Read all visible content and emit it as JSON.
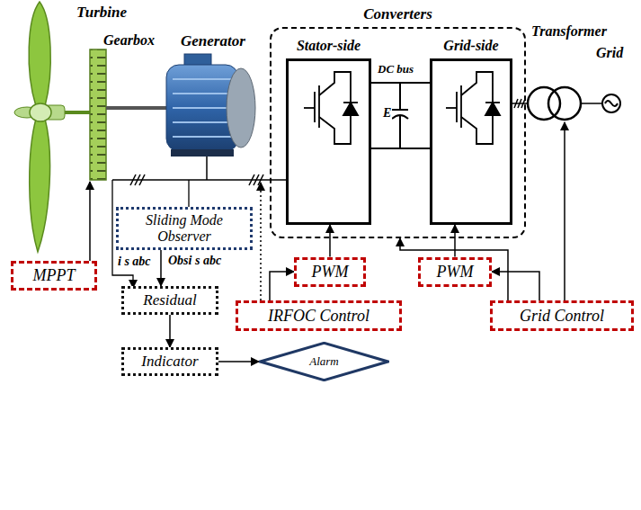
{
  "diagram": {
    "nodes": [
      {
        "text": [
          "Converters"
        ]
      },
      {
        "text": [
          "Stator-side"
        ],
        "in": 0
      },
      {
        "text": [
          "Grid-side"
        ],
        "in": 0
      },
      {
        "text": [
          "Sliding Mode Observer"
        ]
      },
      {
        "text": [
          "MPPT"
        ]
      },
      {
        "text": [
          "PWM"
        ]
      },
      {
        "text": [
          "PWM"
        ]
      },
      {
        "text": [
          "IRFOC Control"
        ]
      },
      {
        "text": [
          "Grid Control"
        ]
      },
      {
        "text": [
          "Residual"
        ]
      },
      {
        "text": [
          "Indicator"
        ]
      },
      {
        "text": [
          "Alarm"
        ]
      }
    ],
    "edges": [
      {
        "from": 3,
        "to": 9,
        "arrow": "to",
        "label": "Obsi s abc"
      },
      {
        "from": 9,
        "to": 10,
        "arrow": "to"
      },
      {
        "from": 10,
        "to": 11,
        "arrow": "to"
      },
      {
        "from": 7,
        "to": 5,
        "arrow": "to"
      },
      {
        "from": 5,
        "to": 1,
        "arrow": "to"
      },
      {
        "from": 8,
        "to": 6,
        "arrow": "to"
      },
      {
        "from": 6,
        "to": 2,
        "arrow": "to"
      },
      {
        "from": 8,
        "to": 0,
        "arrow": "to"
      }
    ],
    "labels": [
      "Turbine",
      "Gearbox",
      "Generator",
      "DC bus",
      "E",
      "Transformer",
      "Grid",
      "i s abc"
    ]
  }
}
